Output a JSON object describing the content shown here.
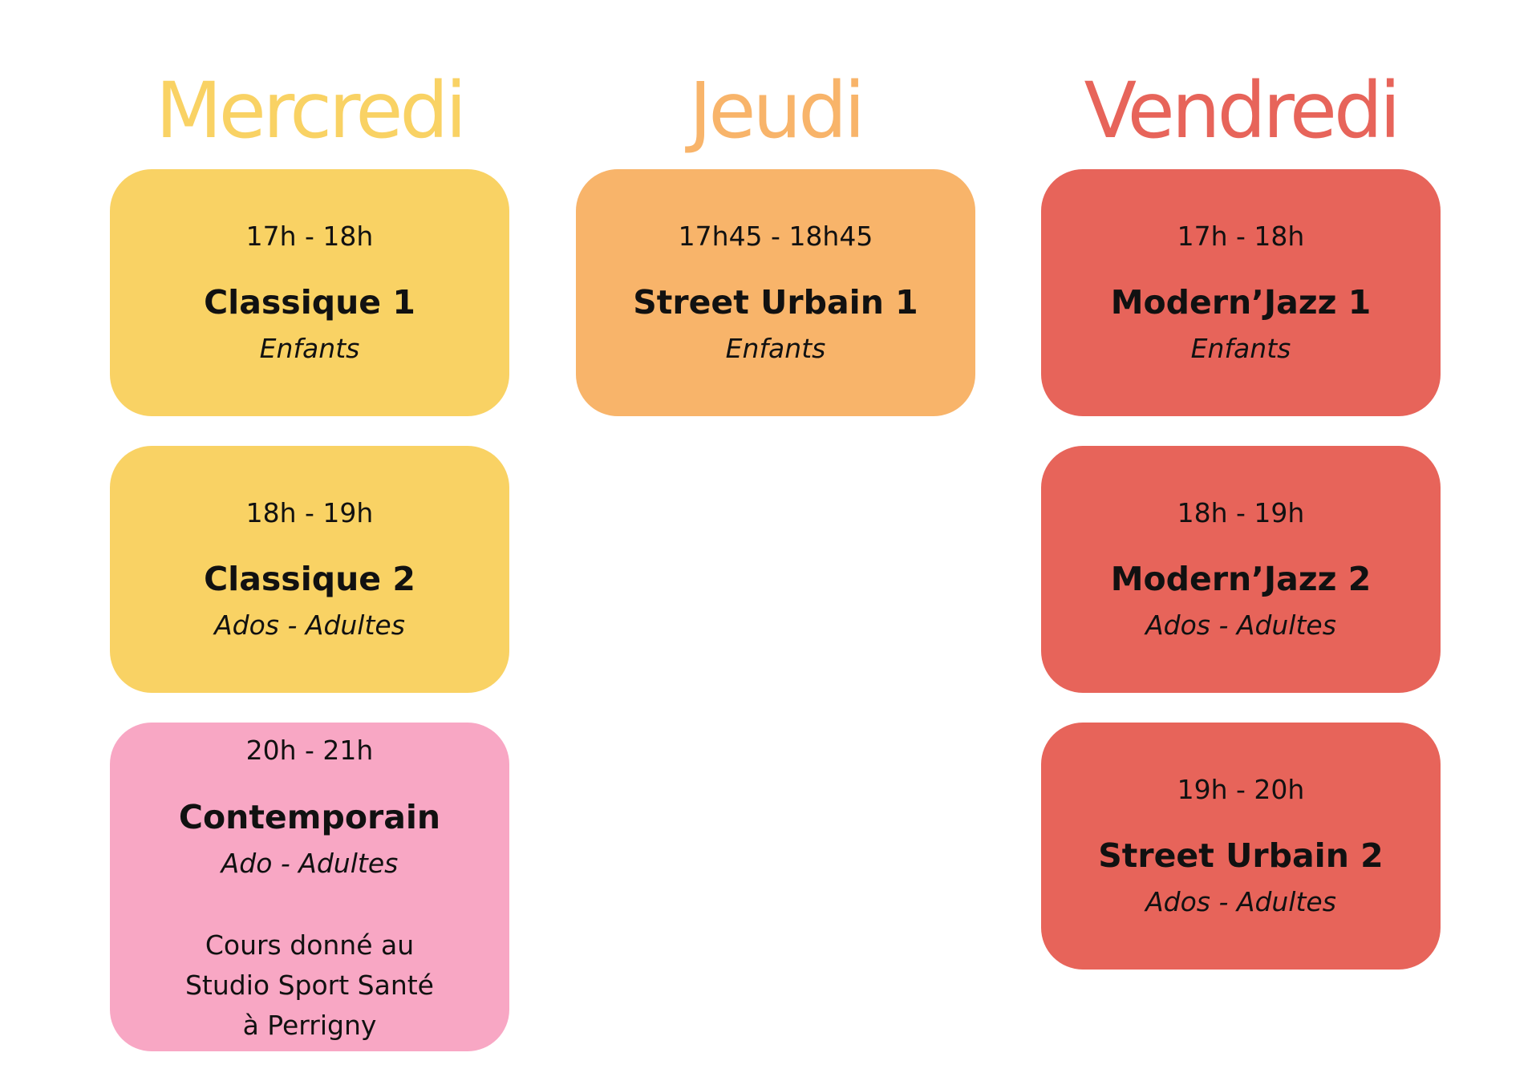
{
  "colors": {
    "mercredi": "#f9d264",
    "jeudi": "#f8b46a",
    "vendredi": "#e7645a",
    "pink": "#f8a7c4",
    "text": "#111111"
  },
  "days": [
    {
      "title": "Mercredi"
    },
    {
      "title": "Jeudi"
    },
    {
      "title": "Vendredi"
    }
  ],
  "mercredi": {
    "card1": {
      "time": "17h - 18h",
      "course": "Classique 1",
      "level": "Enfants"
    },
    "card2": {
      "time": "18h - 19h",
      "course": "Classique 2",
      "level": "Ados - Adultes"
    },
    "card3": {
      "time": "20h - 21h",
      "course": "Contemporain",
      "level": "Ado - Adultes",
      "note": [
        "Cours donné au",
        "Studio Sport Santé",
        "à Perrigny"
      ]
    }
  },
  "jeudi": {
    "card1": {
      "time": "17h45 - 18h45",
      "course": "Street Urbain 1",
      "level": "Enfants"
    }
  },
  "vendredi": {
    "card1": {
      "time": "17h - 18h",
      "course": "Modern’Jazz 1",
      "level": "Enfants"
    },
    "card2": {
      "time": "18h - 19h",
      "course": "Modern’Jazz 2",
      "level": "Ados - Adultes"
    },
    "card3": {
      "time": "19h - 20h",
      "course": "Street Urbain 2",
      "level": "Ados - Adultes"
    }
  }
}
